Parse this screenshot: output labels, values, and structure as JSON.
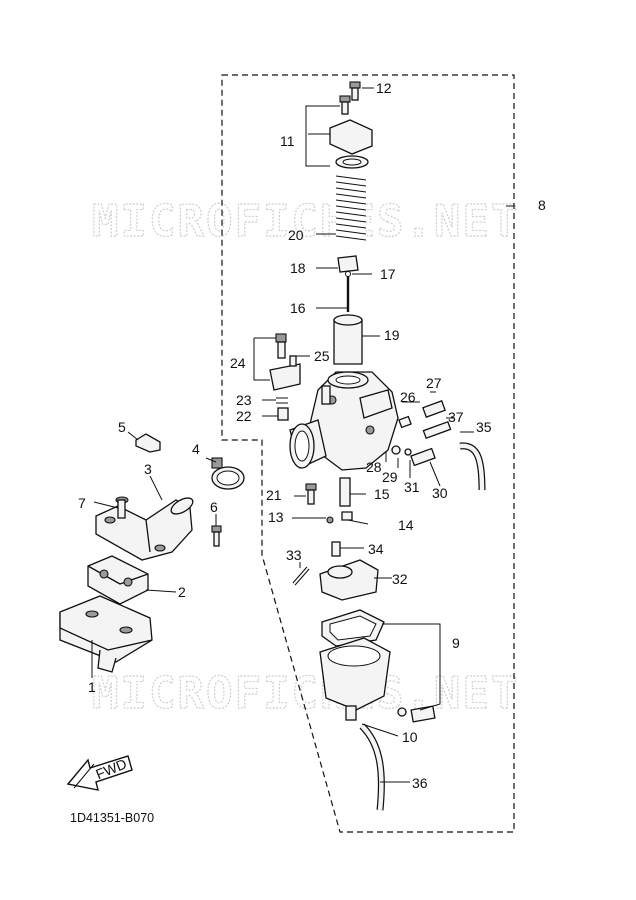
{
  "diagram": {
    "code": "1D41351-B070",
    "fwd_label": "FWD",
    "watermark": "MICROFICHES.NET",
    "callouts": [
      "1",
      "2",
      "3",
      "4",
      "5",
      "6",
      "7",
      "8",
      "9",
      "10",
      "11",
      "12",
      "13",
      "14",
      "15",
      "16",
      "17",
      "18",
      "19",
      "20",
      "21",
      "22",
      "23",
      "24",
      "25",
      "26",
      "27",
      "28",
      "29",
      "30",
      "31",
      "32",
      "33",
      "34",
      "35",
      "36",
      "37"
    ]
  }
}
